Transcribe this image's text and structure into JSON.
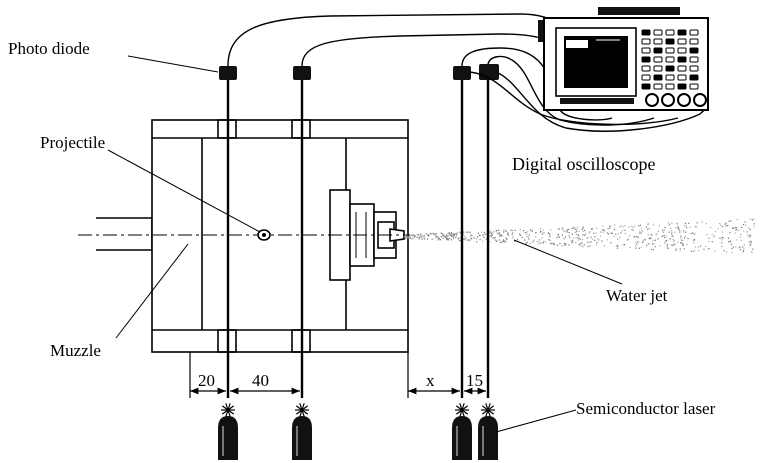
{
  "labels": {
    "photo_diode": "Photo diode",
    "projectile": "Projectile",
    "digital_oscilloscope": "Digital oscilloscope",
    "water_jet": "Water jet",
    "muzzle": "Muzzle",
    "semiconductor_laser": "Semiconductor laser"
  },
  "dimensions": {
    "d1": "20",
    "d2": "40",
    "d3": "x",
    "d4": "15"
  }
}
